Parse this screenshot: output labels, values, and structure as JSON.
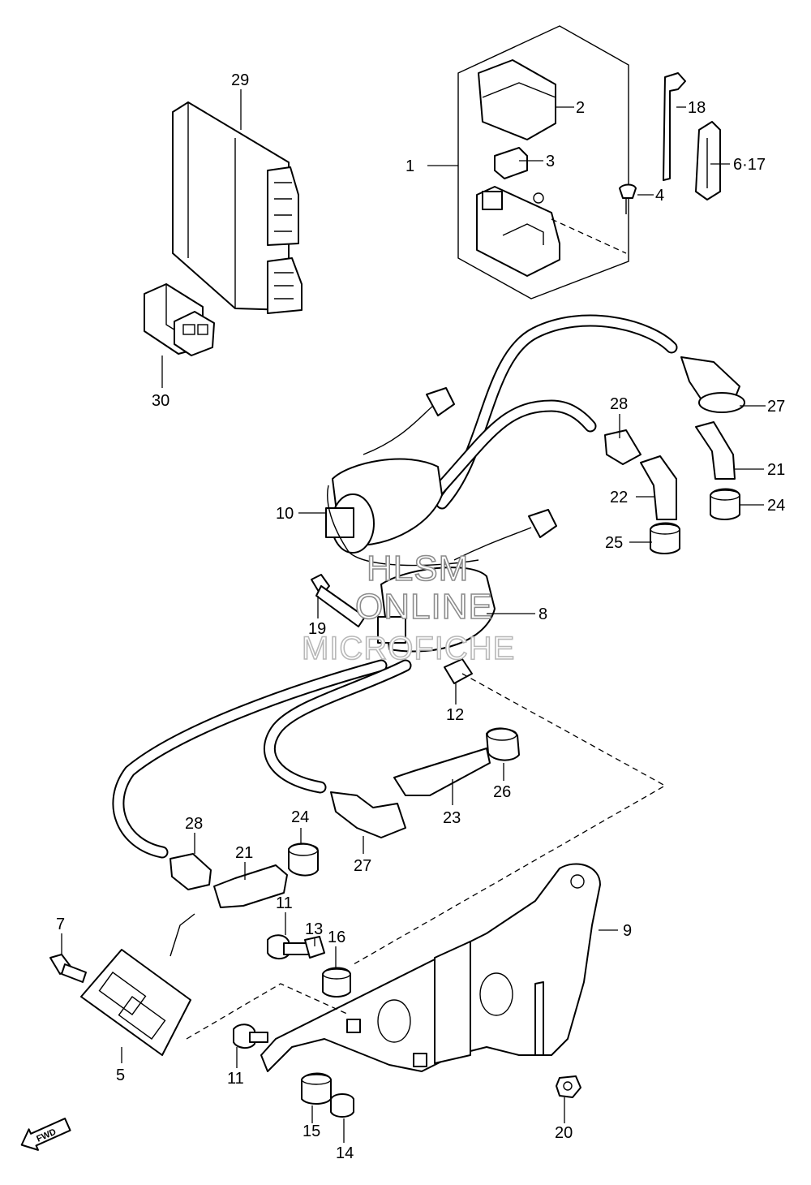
{
  "watermark": {
    "line1": "HLSM",
    "line2": "ONLINE",
    "line3": "MICROFICHE"
  },
  "fwd_label": "FWD",
  "callouts": {
    "c1": "1",
    "c2": "2",
    "c3": "3",
    "c4": "4",
    "c5": "5",
    "c6_17": "6·17",
    "c7": "7",
    "c8": "8",
    "c9": "9",
    "c10": "10",
    "c11a": "11",
    "c11b": "11",
    "c12": "12",
    "c13": "13",
    "c14": "14",
    "c15": "15",
    "c16": "16",
    "c18": "18",
    "c19": "19",
    "c20": "20",
    "c21a": "21",
    "c21b": "21",
    "c22": "22",
    "c23": "23",
    "c24a": "24",
    "c24b": "24",
    "c25": "25",
    "c26": "26",
    "c27a": "27",
    "c27b": "27",
    "c28a": "28",
    "c28b": "28",
    "c29": "29",
    "c30": "30"
  }
}
